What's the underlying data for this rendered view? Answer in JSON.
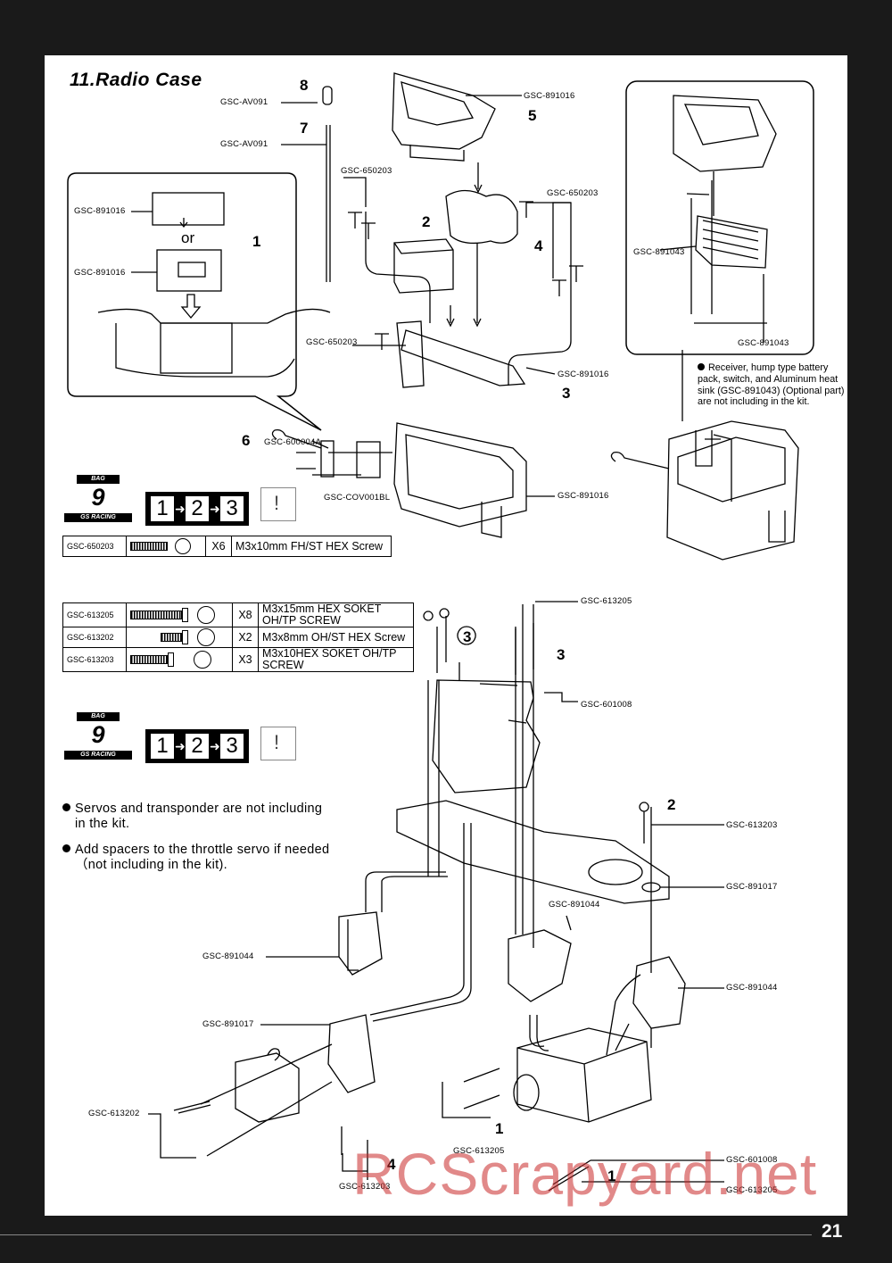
{
  "section_title": "11.Radio Case",
  "or_text": "or",
  "bag": {
    "top": "BAG",
    "number": "9",
    "bottom": "GS RACING"
  },
  "steps": [
    "1",
    "2",
    "3"
  ],
  "warning_symbol": "!",
  "labels": {
    "av091_a": "GSC-AV091",
    "av091_b": "GSC-AV091",
    "s891016_top": "GSC-891016",
    "s650203_a": "GSC-650203",
    "s650203_b": "GSC-650203",
    "s650203_c": "GSC-650203",
    "inset_891016_a": "GSC-891016",
    "inset_891016_b": "GSC-891016",
    "s891016_mid": "GSC-891016",
    "s891016_bot": "GSC-891016",
    "s600004a": "GSC-600004A",
    "cov001bl": "GSC-COV001BL",
    "r891043_a": "GSC-891043",
    "r891043_b": "GSC-891043",
    "s613205_top": "GSC-613205",
    "s601008_top": "GSC-601008",
    "s613203_r": "GSC-613203",
    "s891017_r": "GSC-891017",
    "s891044_c": "GSC-891044",
    "s891044_l": "GSC-891044",
    "s891044_r": "GSC-891044",
    "s891017_l": "GSC-891017",
    "s613202": "GSC-613202",
    "s613205_b1": "GSC-613205",
    "s613203_b": "GSC-613203",
    "s601008_b": "GSC-601008",
    "s613205_b2": "GSC-613205"
  },
  "numbers": {
    "n8": "8",
    "n7": "7",
    "n5": "5",
    "n2": "2",
    "n4": "4",
    "n1": "1",
    "n3": "3",
    "n6": "6",
    "n3a": "3",
    "n3b": "3",
    "n2b": "2",
    "n1b": "1",
    "n4b": "4",
    "n1c": "1"
  },
  "table_top": [
    {
      "code": "GSC-650203",
      "qty": "X6",
      "desc": "M3x10mm FH/ST HEX Screw"
    }
  ],
  "table_bottom": [
    {
      "code": "GSC-613205",
      "qty": "X8",
      "desc1": "M3x15mm HEX SOKET",
      "desc2": "OH/TP SCREW"
    },
    {
      "code": "GSC-613202",
      "qty": "X2",
      "desc1": "M3x8mm OH/ST HEX Screw",
      "desc2": ""
    },
    {
      "code": "GSC-613203",
      "qty": "X3",
      "desc1": "M3x10HEX SOKET OH/TP",
      "desc2": "SCREW"
    }
  ],
  "note_right": "Receiver, hump type battery pack, switch, and Aluminum heat sink (GSC-891043) (Optional part) are not including in the kit.",
  "notes_bottom": [
    {
      "l1": "Servos and transponder are not including",
      "l2": "in the kit."
    },
    {
      "l1": "Add spacers to the throttle servo if needed",
      "l2": "（not including in the kit)."
    }
  ],
  "page_number": "21",
  "watermark": "RCScrapyard.net"
}
